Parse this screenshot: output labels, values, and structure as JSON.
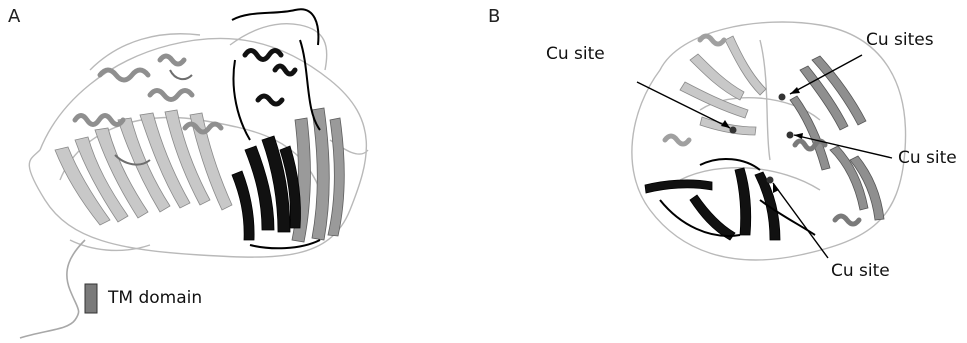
{
  "panels": [
    {
      "letter": "A",
      "labels": {
        "tm_domain": "TM domain"
      }
    },
    {
      "letter": "B",
      "labels": {
        "cu_site_left": "Cu site",
        "cu_sites_top": "Cu sites",
        "cu_site_right": "Cu site",
        "cu_site_bottom": "Cu site"
      }
    }
  ],
  "colors": {
    "light_ribbon": "#c8c8c8",
    "mid_ribbon": "#8f8f8f",
    "dark_ribbon": "#111111",
    "coil": "#9a9a9a",
    "tm_box": "#7a7a7a",
    "cu_atom": "#333333"
  }
}
